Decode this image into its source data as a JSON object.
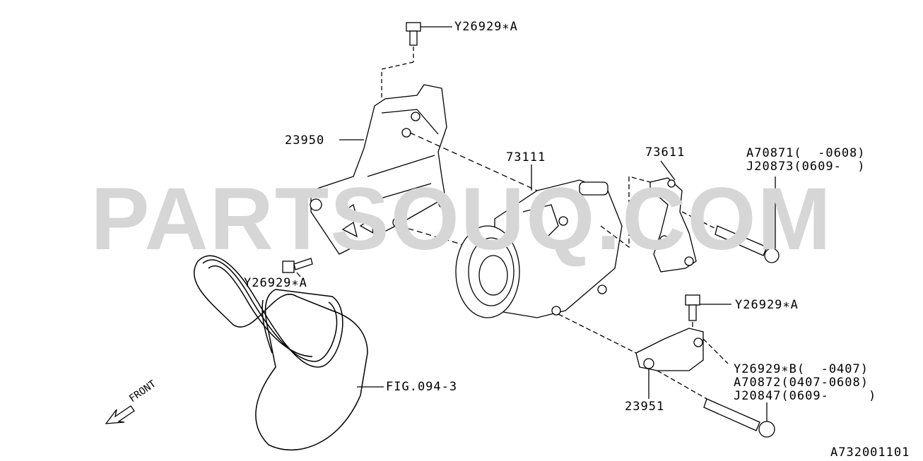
{
  "watermark": "PARTSOUQ.COM",
  "diagram_id": "A732001101",
  "front_label": "FRONT",
  "labels": {
    "bolt_top": "Y26929∗A",
    "bracket": "23950",
    "bolt_left": "Y26929∗A",
    "compressor": "73111",
    "bracket_right": "73611",
    "bolt_right_line1": "A70871(  -0608)",
    "bolt_right_line2": "J20873(0609-  )",
    "bolt_lower": "Y26929∗A",
    "bolt_bottom_line1": "Y26929∗B(  -0407)",
    "bolt_bottom_line2": "A70872(0407-0608)",
    "bolt_bottom_line3": "J20847(0609-     )",
    "lower_bracket": "23951",
    "belt": "FIG.094-3"
  }
}
